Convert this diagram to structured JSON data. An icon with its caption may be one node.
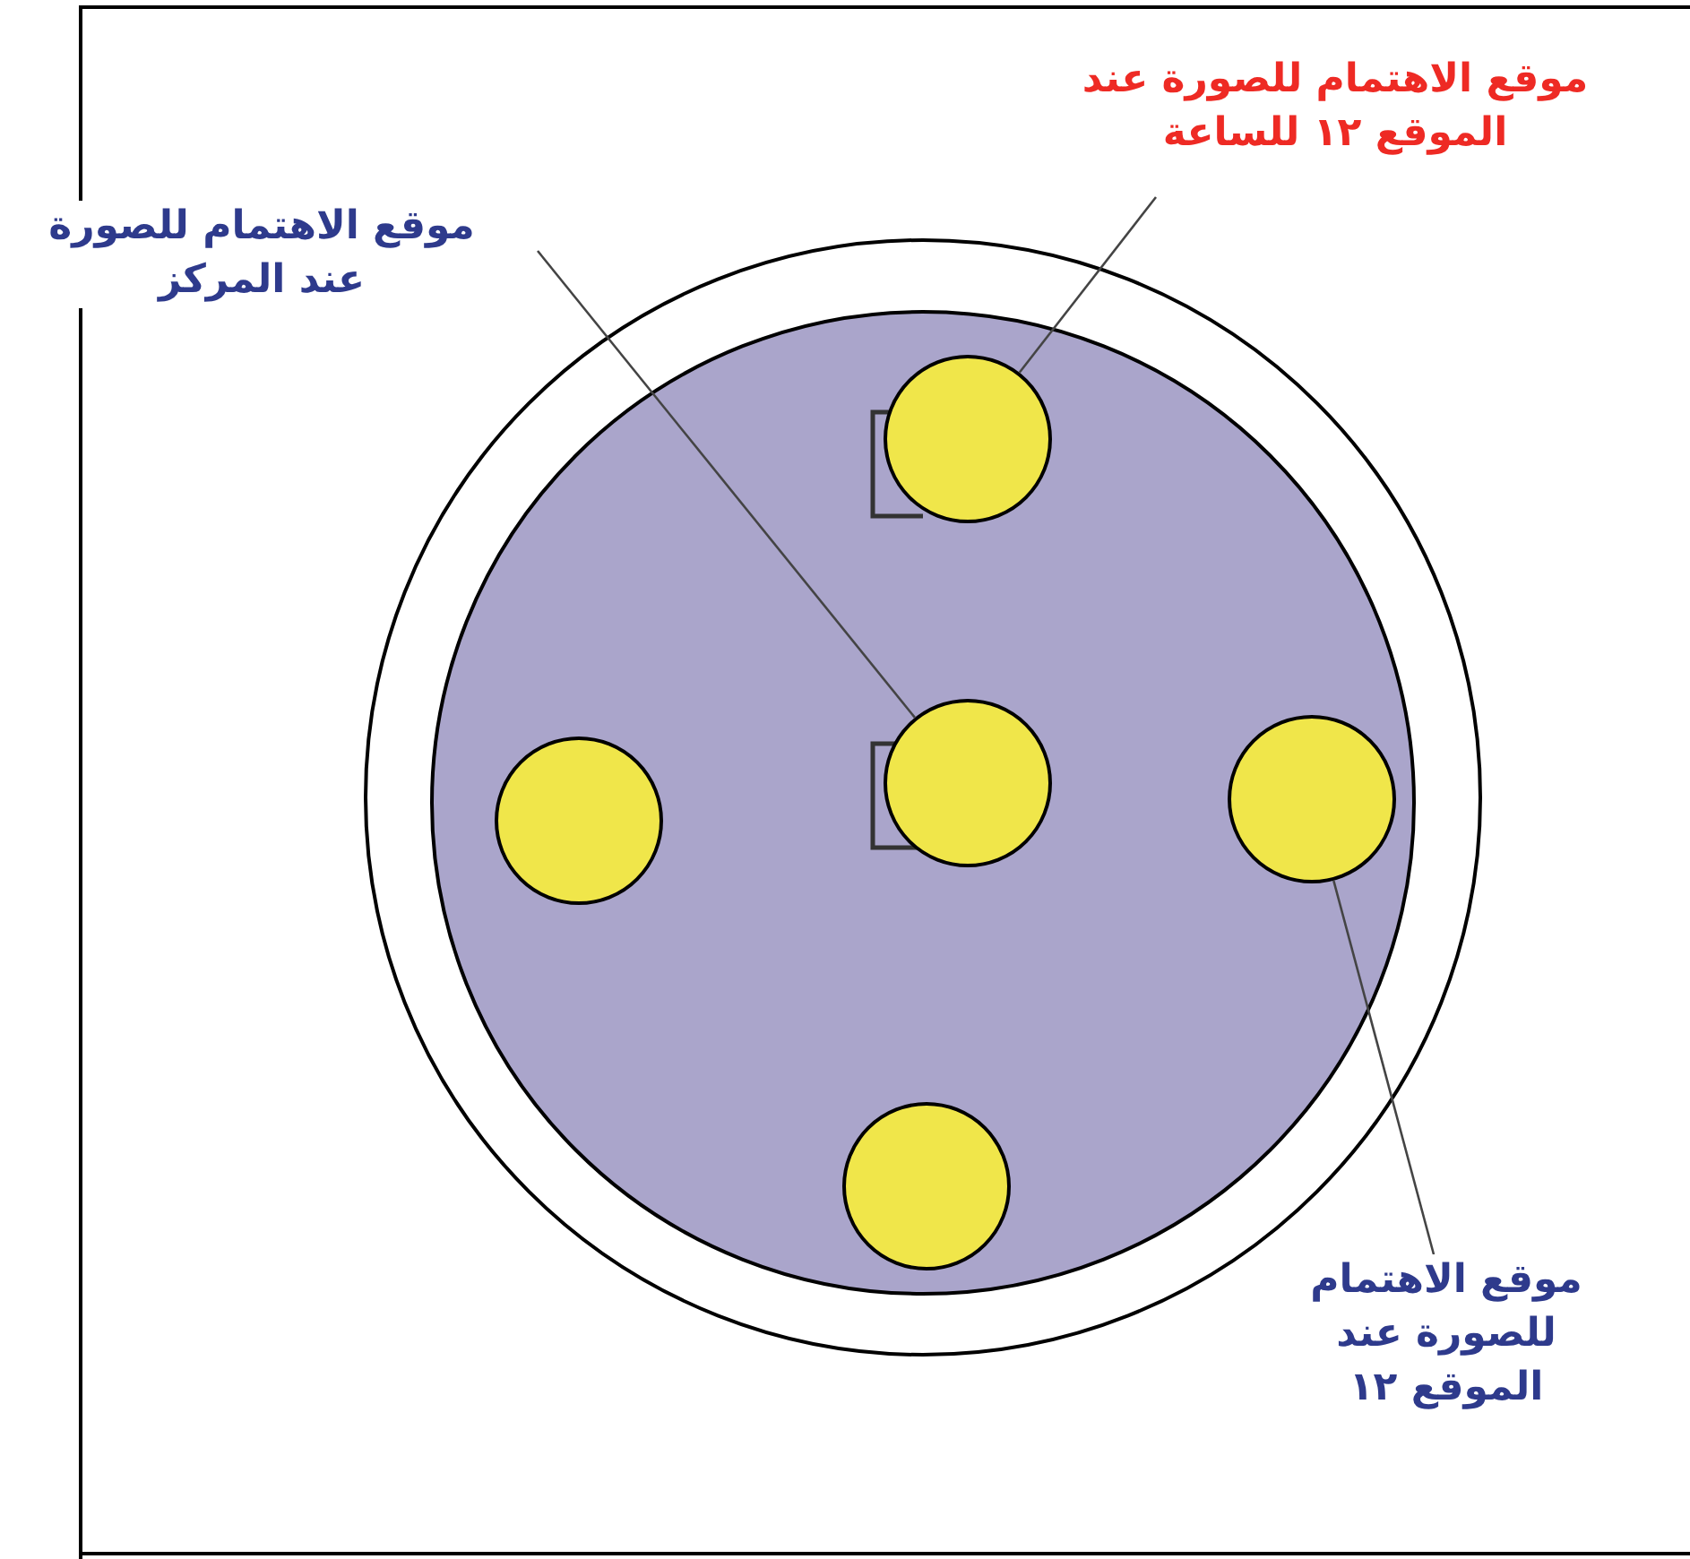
{
  "diagram": {
    "nodes": [
      {
        "text": [
          "موقع الاهتمام للصورة عند الموقع ١٢ للساعة"
        ]
      },
      {
        "text": [
          "موقع الاهتمام للصورة عند المركز"
        ]
      },
      {
        "text": [],
        "shape": "circle"
      },
      {
        "text": [],
        "shape": "circle",
        "in": 2
      },
      {
        "text": [],
        "shape": "circle",
        "in": 3
      },
      {
        "text": [],
        "shape": "circle",
        "in": 3
      },
      {
        "text": [],
        "shape": "circle",
        "in": 3
      },
      {
        "text": [],
        "shape": "circle",
        "in": 3
      },
      {
        "text": [],
        "shape": "circle",
        "in": 3
      },
      {
        "text": [
          "موقع الاهتمام للصورة عند الموقع ١٢"
        ]
      }
    ],
    "edges": [
      {
        "from": 0,
        "to": 4,
        "arrow": "none"
      },
      {
        "from": 1,
        "to": 6,
        "arrow": "none"
      },
      {
        "from": 9,
        "to": 7,
        "arrow": "none"
      }
    ]
  }
}
